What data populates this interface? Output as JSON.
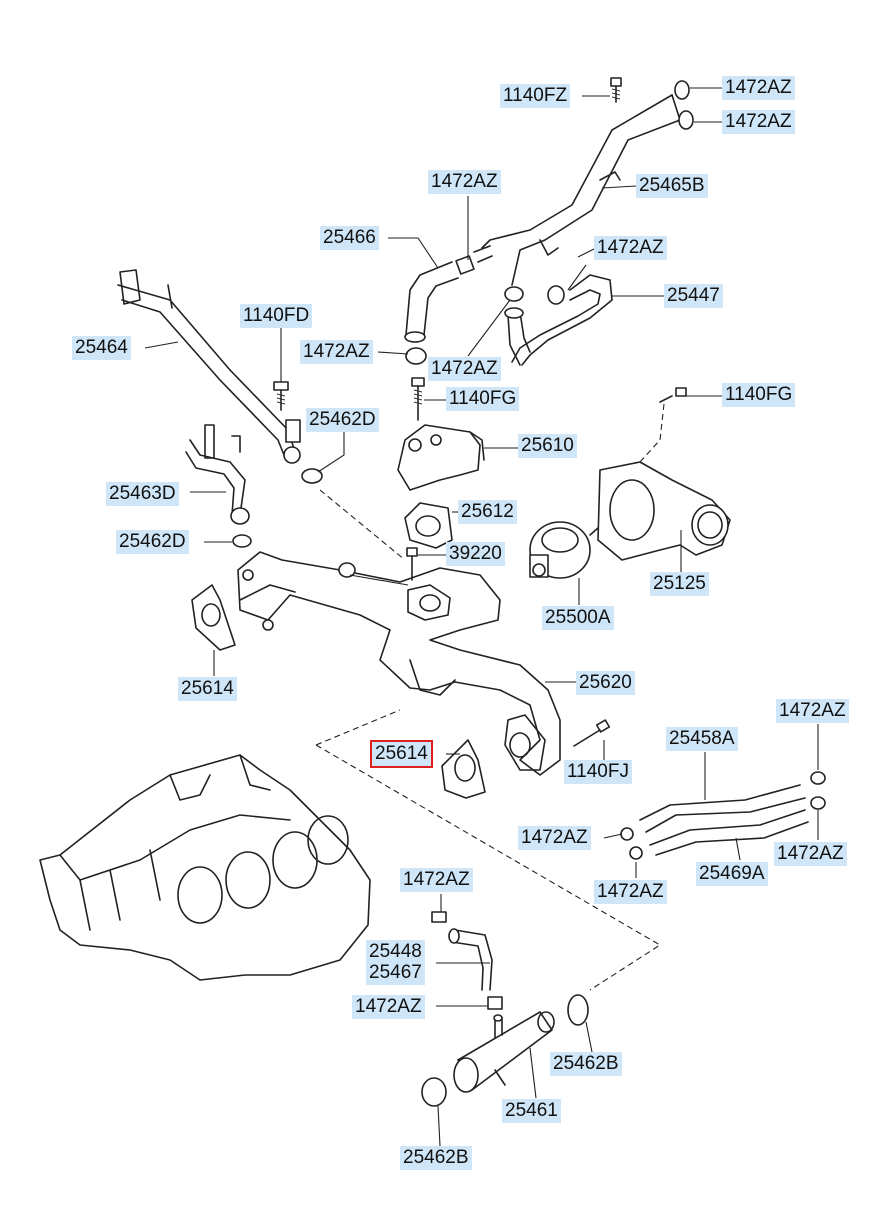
{
  "labels": [
    {
      "id": "l1140FZ",
      "text": "1140FZ"
    },
    {
      "id": "l1472AZ_a",
      "text": "1472AZ"
    },
    {
      "id": "l1472AZ_b",
      "text": "1472AZ"
    },
    {
      "id": "l25465B",
      "text": "25465B"
    },
    {
      "id": "l1472AZ_c",
      "text": "1472AZ"
    },
    {
      "id": "l25466",
      "text": "25466"
    },
    {
      "id": "l1472AZ_d",
      "text": "1472AZ"
    },
    {
      "id": "l25447",
      "text": "25447"
    },
    {
      "id": "l1140FD",
      "text": "1140FD"
    },
    {
      "id": "l25464",
      "text": "25464"
    },
    {
      "id": "l1472AZ_e",
      "text": "1472AZ"
    },
    {
      "id": "l1472AZ_f",
      "text": "1472AZ"
    },
    {
      "id": "l1140FG_a",
      "text": "1140FG"
    },
    {
      "id": "l1140FG_b",
      "text": "1140FG"
    },
    {
      "id": "l25462D_a",
      "text": "25462D"
    },
    {
      "id": "l25610",
      "text": "25610"
    },
    {
      "id": "l25463D",
      "text": "25463D"
    },
    {
      "id": "l25612",
      "text": "25612"
    },
    {
      "id": "l25462D_b",
      "text": "25462D"
    },
    {
      "id": "l39220",
      "text": "39220"
    },
    {
      "id": "l25125",
      "text": "25125"
    },
    {
      "id": "l25500A",
      "text": "25500A"
    },
    {
      "id": "l25620",
      "text": "25620"
    },
    {
      "id": "l25614_a",
      "text": "25614"
    },
    {
      "id": "l1472AZ_g",
      "text": "1472AZ"
    },
    {
      "id": "l25458A",
      "text": "25458A"
    },
    {
      "id": "l25614_b",
      "text": "25614"
    },
    {
      "id": "l1140FJ",
      "text": "1140FJ"
    },
    {
      "id": "l1472AZ_h",
      "text": "1472AZ"
    },
    {
      "id": "l1472AZ_i",
      "text": "1472AZ"
    },
    {
      "id": "l1472AZ_j",
      "text": "1472AZ"
    },
    {
      "id": "l25469A",
      "text": "25469A"
    },
    {
      "id": "l1472AZ_k",
      "text": "1472AZ"
    },
    {
      "id": "l25448",
      "text": "25448"
    },
    {
      "id": "l25467",
      "text": "25467"
    },
    {
      "id": "l1472AZ_l",
      "text": "1472AZ"
    },
    {
      "id": "l25462B_a",
      "text": "25462B"
    },
    {
      "id": "l25461",
      "text": "25461"
    },
    {
      "id": "l25462B_b",
      "text": "25462B"
    }
  ],
  "highlight": {
    "label": "25614",
    "color": "#e02020"
  },
  "colors": {
    "label_bg": "#cfe6f8",
    "line": "#222222"
  }
}
